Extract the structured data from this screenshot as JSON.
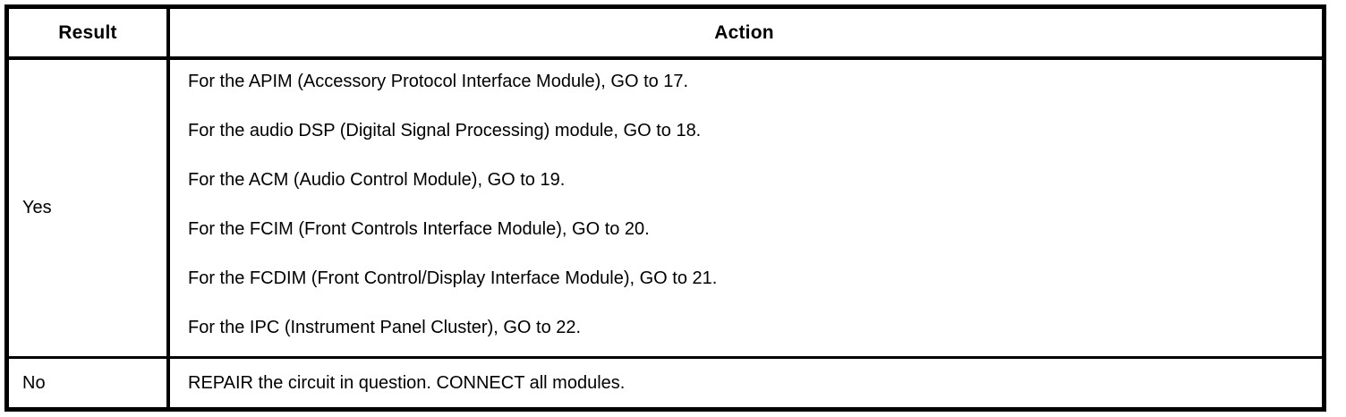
{
  "table": {
    "headers": {
      "result": "Result",
      "action": "Action"
    },
    "rows": [
      {
        "result": "Yes",
        "actions": [
          "For the APIM (Accessory Protocol Interface Module), GO to 17.",
          "For the audio DSP (Digital Signal Processing) module, GO to 18.",
          "For the ACM (Audio Control Module), GO to 19.",
          "For the FCIM (Front Controls Interface Module), GO to 20.",
          "For the FCDIM (Front Control/Display Interface Module), GO to 21.",
          "For the IPC (Instrument Panel Cluster), GO to 22."
        ]
      },
      {
        "result": "No",
        "actions": [
          "REPAIR the circuit in question. CONNECT all modules."
        ]
      }
    ]
  },
  "colors": {
    "border": "#000000",
    "text": "#000000",
    "background": "#ffffff"
  }
}
